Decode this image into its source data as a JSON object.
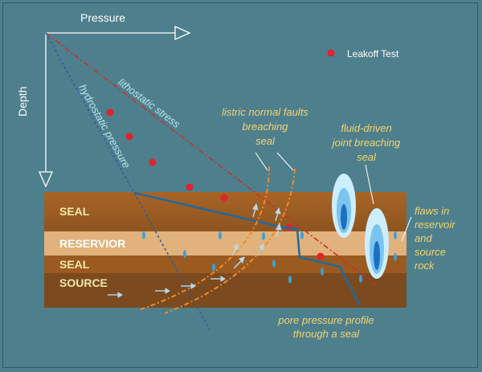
{
  "axes": {
    "x_label": "Pressure",
    "y_label": "Depth"
  },
  "legend": {
    "label": "Leakoff Test",
    "color": "#e0232d"
  },
  "lines": {
    "lithostatic": {
      "label": "lithostatic stress",
      "color": "#c8312d"
    },
    "hydrostatic": {
      "label": "hydrostatic pressure",
      "color": "#2f5f9f"
    }
  },
  "layers": [
    {
      "label": "SEAL",
      "color": "#9a5a20",
      "text_color": "#f4e7a8"
    },
    {
      "label": "RESERVIOR",
      "color": "#e1b27c",
      "text_color": "#ffffff"
    },
    {
      "label": "SEAL",
      "color": "#9a5a20",
      "text_color": "#f4e7a8"
    },
    {
      "label": "SOURCE",
      "color": "#7b4a1e",
      "text_color": "#f4e7a8"
    }
  ],
  "annotations": {
    "faults": [
      "listric normal faults",
      "breaching",
      "seal"
    ],
    "joint": [
      "fluid-driven",
      "joint breaching",
      "seal"
    ],
    "flaws": [
      "flaws in",
      "reservoir",
      "and",
      "source",
      "rock"
    ],
    "profile": [
      "pore pressure profile",
      "through a seal"
    ]
  },
  "colors": {
    "background": "#4e7f8c",
    "annotation": "#f4d36b",
    "profile": "#1f6aa0",
    "fault": "#f08a2b"
  }
}
